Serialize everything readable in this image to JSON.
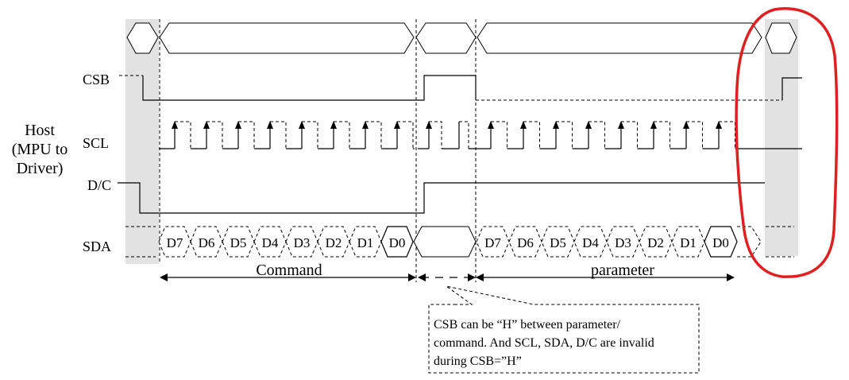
{
  "host_label": [
    "Host",
    "(MPU to",
    "Driver)"
  ],
  "signals": {
    "csb": "CSB",
    "scl": "SCL",
    "dc": "D/C",
    "sda": "SDA"
  },
  "command_bits": [
    "D7",
    "D6",
    "D5",
    "D4",
    "D3",
    "D2",
    "D1",
    "D0"
  ],
  "parameter_bits": [
    "D7",
    "D6",
    "D5",
    "D4",
    "D3",
    "D2",
    "D1",
    "D0"
  ],
  "sections": {
    "command": "Command",
    "parameter": "parameter"
  },
  "note": {
    "lines": [
      "CSB can be “H” between parameter/",
      "command. And  SCL, SDA, D/C are invalid",
      "during CSB=”H”"
    ]
  },
  "colors": {
    "highlight_outline": "#e02020",
    "shaded_region": "#e2e2e2"
  }
}
